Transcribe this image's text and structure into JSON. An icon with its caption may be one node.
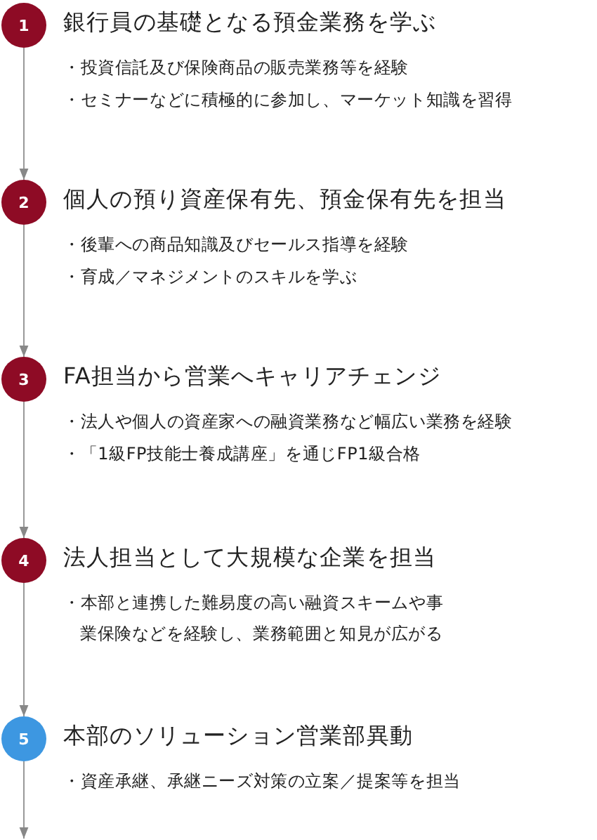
{
  "diagram": {
    "nodes": [
      {
        "text": [
          "1"
        ],
        "beside": [
          "銀行員の基礎となる預金業務を学ぶ",
          "・投資信託及び保険商品の販売業務等を経験",
          "・セミナーなどに積極的に参加し、マーケット知識を習得"
        ]
      },
      {
        "text": [
          "2"
        ],
        "beside": [
          "個人の預り資産保有先、預金保有先を担当",
          "・後輩への商品知識及びセールス指導を経験",
          "・育成／マネジメントのスキルを学ぶ"
        ]
      },
      {
        "text": [
          "3"
        ],
        "beside": [
          "FA担当から営業へキャリアチェンジ",
          "・法人や個人の資産家への融資業務など幅広い業務を経験",
          "・「1級FP技能士養成講座」を通じFP1級合格"
        ]
      },
      {
        "text": [
          "4"
        ],
        "beside": [
          "法人担当として大規模な企業を担当",
          "・本部と連携した難易度の高い融資スキームや事業保険などを経験し、業務範囲と知見が広がる"
        ]
      },
      {
        "text": [
          "5"
        ],
        "beside": [
          "本部のソリューション営業部異動",
          "・資産承継、承継ニーズ対策の立案／提案等を担当"
        ]
      }
    ],
    "edges": [
      {
        "from": 0,
        "to": 1,
        "arrow": "to"
      },
      {
        "from": 1,
        "to": 2,
        "arrow": "to"
      },
      {
        "from": 2,
        "to": 3,
        "arrow": "to"
      },
      {
        "from": 3,
        "to": 4,
        "arrow": "to"
      },
      {
        "from": 4,
        "to": null,
        "arrow": "to"
      }
    ]
  }
}
